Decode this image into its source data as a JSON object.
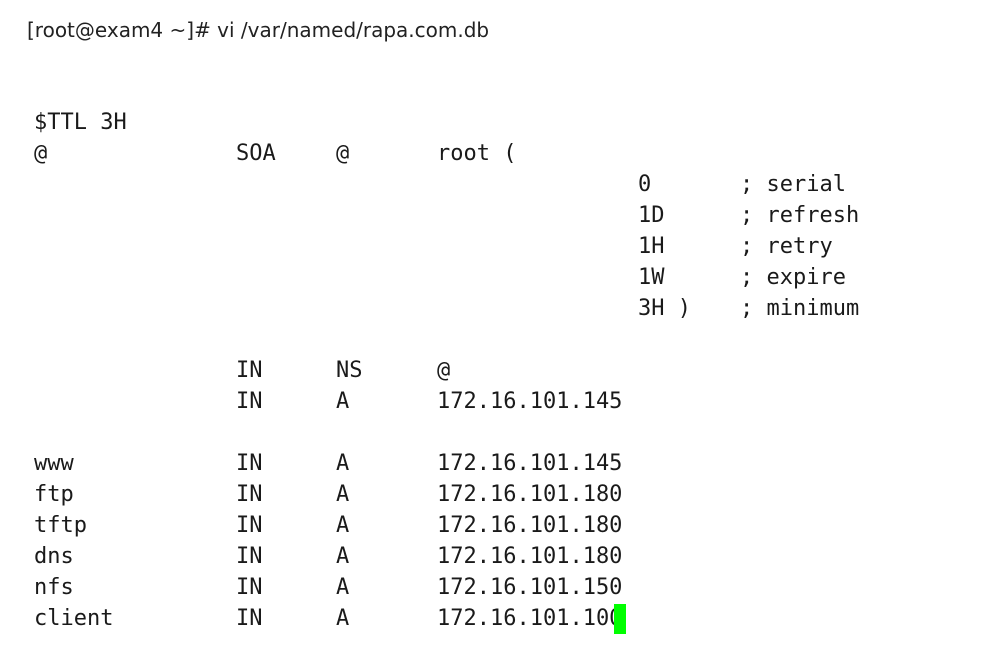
{
  "command": "[root@exam4 ~]# vi /var/named/rapa.com.db",
  "zone": {
    "ttl_line": "$TTL 3H",
    "soa": {
      "name": "@",
      "type": "SOA",
      "origin": "@",
      "contact": "root ("
    },
    "soa_values": [
      {
        "value": "0",
        "comment": "; serial"
      },
      {
        "value": "1D",
        "comment": "; refresh"
      },
      {
        "value": "1H",
        "comment": "; retry"
      },
      {
        "value": "1W",
        "comment": "; expire"
      },
      {
        "value": "3H )",
        "comment": "; minimum"
      }
    ],
    "records": [
      {
        "name": "",
        "class": "IN",
        "type": "NS",
        "data": "@"
      },
      {
        "name": "",
        "class": "IN",
        "type": "A",
        "data": "172.16.101.145"
      },
      {
        "name": "www",
        "class": "IN",
        "type": "A",
        "data": "172.16.101.145"
      },
      {
        "name": "ftp",
        "class": "IN",
        "type": "A",
        "data": "172.16.101.180"
      },
      {
        "name": "tftp",
        "class": "IN",
        "type": "A",
        "data": "172.16.101.180"
      },
      {
        "name": "dns",
        "class": "IN",
        "type": "A",
        "data": "172.16.101.180"
      },
      {
        "name": "nfs",
        "class": "IN",
        "type": "A",
        "data": "172.16.101.150"
      },
      {
        "name": "client",
        "class": "IN",
        "type": "A",
        "data": "172.16.101.100"
      }
    ]
  },
  "cursor_color": "#00ff00"
}
